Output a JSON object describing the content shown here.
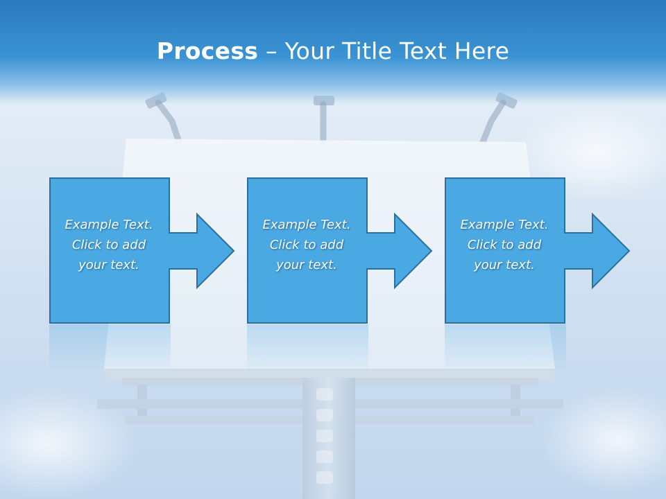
{
  "slide": {
    "title_bold": "Process",
    "title_rest": " – Your Title Text Here"
  },
  "colors": {
    "header": "#2a7bbd",
    "box_fill": "#4aa8e2",
    "box_stroke": "#2a6f9e",
    "text": "#ffffff"
  },
  "steps": [
    {
      "text": "Example Text.\nClick  to add\nyour text."
    },
    {
      "text": "Example Text.\nClick  to add\nyour text."
    },
    {
      "text": "Example Text.\nClick  to add\nyour text."
    }
  ]
}
